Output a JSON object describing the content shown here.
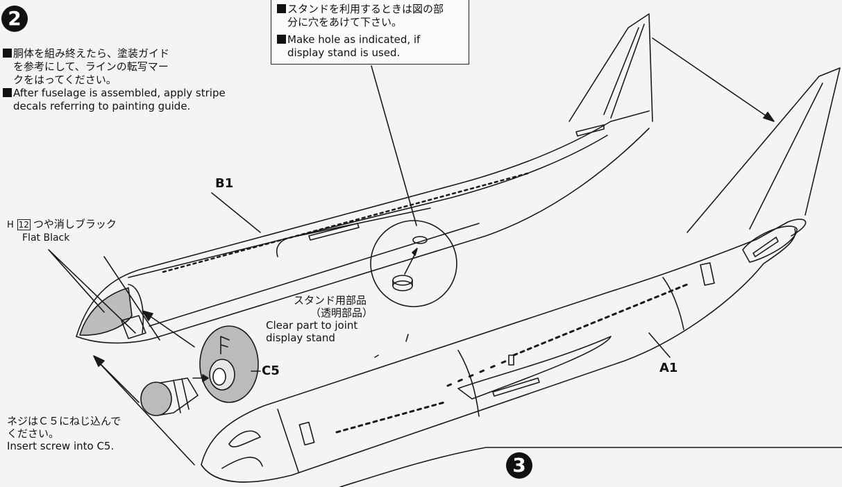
{
  "step2_number": "2",
  "step3_number": "3",
  "stand_note": {
    "jp_line1": "スタンドを利用するときは図の部",
    "jp_line2": "分に穴をあけて下さい。",
    "en_line1": "Make hole as indicated, if",
    "en_line2": "display stand is used."
  },
  "fuselage_note": {
    "jp_line1": "胴体を組み終えたら、塗装ガイド",
    "jp_line2": "を参考にして、ラインの転写マー",
    "jp_line3": "クをはってください。",
    "en_line1": "After fuselage is assembled, apply stripe",
    "en_line2": "decals referring to painting guide."
  },
  "paint_callout": {
    "prefix": "H",
    "code": "12",
    "jp": "つや消しブラック",
    "en": "Flat Black"
  },
  "stand_part_note": {
    "jp_line1": "スタンド用部品",
    "jp_line2": "（透明部品）",
    "en_line1": "Clear part to joint",
    "en_line2": "display stand"
  },
  "screw_note": {
    "jp_line1": "ネジはＣ５にねじ込んで",
    "jp_line2": "ください。",
    "en_line1": "Insert screw into C5."
  },
  "part_labels": {
    "b1": "B1",
    "a1": "A1",
    "c5": "C5",
    "c5_mark": "F"
  }
}
